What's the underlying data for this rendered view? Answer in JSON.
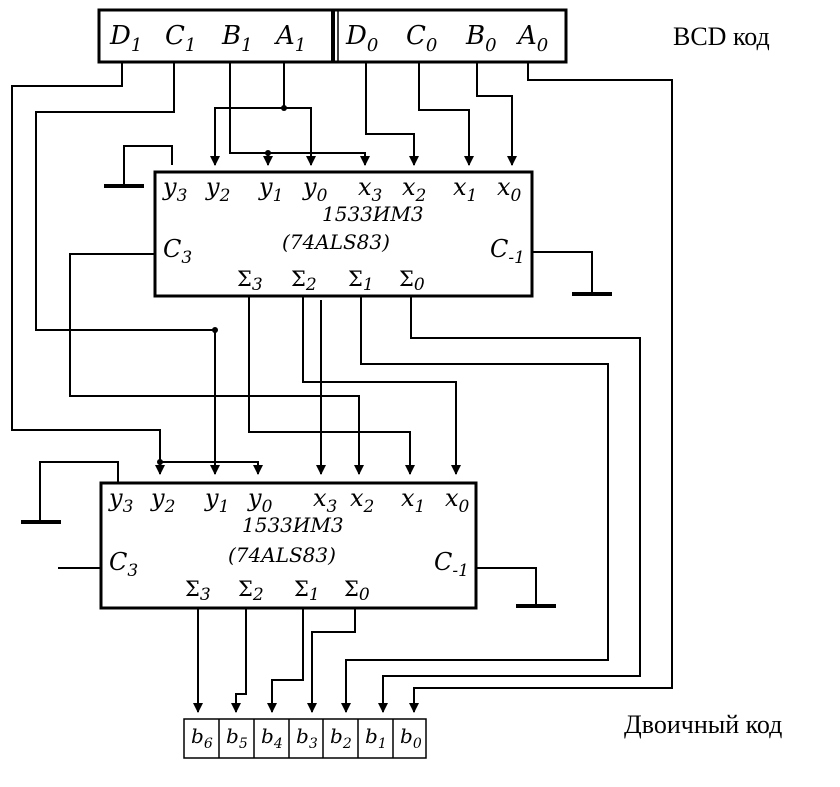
{
  "bcd_caption": "BCD код",
  "binary_caption": "Двоичный код",
  "bcd_register": {
    "high": [
      {
        "letter": "D",
        "sub": "1"
      },
      {
        "letter": "C",
        "sub": "1"
      },
      {
        "letter": "B",
        "sub": "1"
      },
      {
        "letter": "A",
        "sub": "1"
      }
    ],
    "low": [
      {
        "letter": "D",
        "sub": "0"
      },
      {
        "letter": "C",
        "sub": "0"
      },
      {
        "letter": "B",
        "sub": "0"
      },
      {
        "letter": "A",
        "sub": "0"
      }
    ]
  },
  "adder_top": {
    "part": "1533ИМ3",
    "alt": "(74ALS83)",
    "y_inputs": [
      {
        "letter": "y",
        "sub": "3"
      },
      {
        "letter": "y",
        "sub": "2"
      },
      {
        "letter": "y",
        "sub": "1"
      },
      {
        "letter": "y",
        "sub": "0"
      }
    ],
    "x_inputs": [
      {
        "letter": "x",
        "sub": "3"
      },
      {
        "letter": "x",
        "sub": "2"
      },
      {
        "letter": "x",
        "sub": "1"
      },
      {
        "letter": "x",
        "sub": "0"
      }
    ],
    "carry_out": {
      "letter": "C",
      "sub": "3"
    },
    "carry_in": {
      "letter": "C",
      "sub": "-1"
    },
    "sums": [
      {
        "letter": "Σ",
        "sub": "3"
      },
      {
        "letter": "Σ",
        "sub": "2"
      },
      {
        "letter": "Σ",
        "sub": "1"
      },
      {
        "letter": "Σ",
        "sub": "0"
      }
    ]
  },
  "adder_bottom": {
    "part": "1533ИМ3",
    "alt": "(74ALS83)",
    "y_inputs": [
      {
        "letter": "y",
        "sub": "3"
      },
      {
        "letter": "y",
        "sub": "2"
      },
      {
        "letter": "y",
        "sub": "1"
      },
      {
        "letter": "y",
        "sub": "0"
      }
    ],
    "x_inputs": [
      {
        "letter": "x",
        "sub": "3"
      },
      {
        "letter": "x",
        "sub": "2"
      },
      {
        "letter": "x",
        "sub": "1"
      },
      {
        "letter": "x",
        "sub": "0"
      }
    ],
    "carry_out": {
      "letter": "C",
      "sub": "3"
    },
    "carry_in": {
      "letter": "C",
      "sub": "-1"
    },
    "sums": [
      {
        "letter": "Σ",
        "sub": "3"
      },
      {
        "letter": "Σ",
        "sub": "2"
      },
      {
        "letter": "Σ",
        "sub": "1"
      },
      {
        "letter": "Σ",
        "sub": "0"
      }
    ]
  },
  "binary_outputs": [
    {
      "letter": "b",
      "sub": "6"
    },
    {
      "letter": "b",
      "sub": "5"
    },
    {
      "letter": "b",
      "sub": "4"
    },
    {
      "letter": "b",
      "sub": "3"
    },
    {
      "letter": "b",
      "sub": "2"
    },
    {
      "letter": "b",
      "sub": "1"
    },
    {
      "letter": "b",
      "sub": "0"
    }
  ]
}
